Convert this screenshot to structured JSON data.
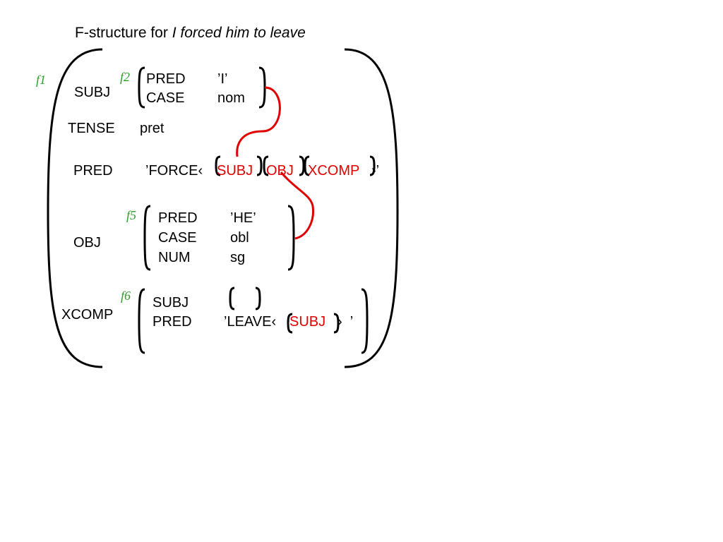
{
  "title": {
    "prefix": "F-structure for ",
    "sentence": "I forced him to leave"
  },
  "labels": {
    "f1": "f1",
    "f2": "f2",
    "f5": "f5",
    "f6": "f6"
  },
  "outer": {
    "subj_attr": "SUBJ",
    "tense_attr": "TENSE",
    "tense_val": "pret",
    "pred_attr": "PRED",
    "obj_attr": "OBJ",
    "xcomp_attr": "XCOMP"
  },
  "subj": {
    "pred_attr": "PRED",
    "pred_val": "’I’",
    "case_attr": "CASE",
    "case_val": "nom"
  },
  "pred_value": {
    "head": "’FORCE‹",
    "arg1": "SUBJ",
    "arg2": "OBJ",
    "arg3": "XCOMP",
    "tail": "›’"
  },
  "obj": {
    "pred_attr": "PRED",
    "pred_val": "’HE’",
    "case_attr": "CASE",
    "case_val": "obl",
    "num_attr": "NUM",
    "num_val": "sg"
  },
  "xcomp": {
    "subj_attr": "SUBJ",
    "pred_attr": "PRED",
    "pred_head": "’LEAVE‹",
    "pred_arg": "SUBJ",
    "pred_tail": "›  ’"
  },
  "colors": {
    "link": "#e00000",
    "label": "#2a9d2a",
    "bracket": "#000000"
  }
}
